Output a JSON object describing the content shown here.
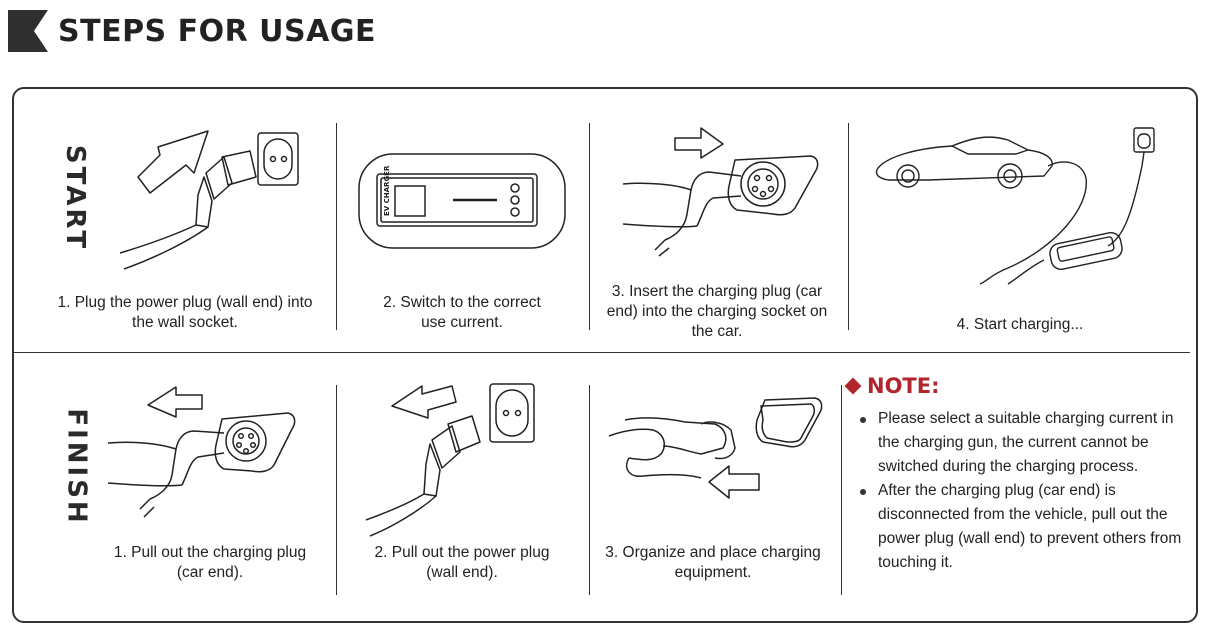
{
  "header": {
    "title": "STEPS FOR  USAGE"
  },
  "start": {
    "label": "START",
    "steps": [
      {
        "caption": "1. Plug the power plug (wall end) into the wall socket."
      },
      {
        "caption": "2. Switch to the correct use current."
      },
      {
        "caption": "3. Insert the charging plug (car end) into the charging socket on the car."
      },
      {
        "caption": "4. Start charging..."
      }
    ],
    "device_label": "EV CHARGER"
  },
  "finish": {
    "label": "FINISH",
    "steps": [
      {
        "caption": "1. Pull out the charging plug (car end)."
      },
      {
        "caption": "2. Pull out the power plug (wall end)."
      },
      {
        "caption": "3. Organize and place charging equipment."
      }
    ]
  },
  "note": {
    "title": "NOTE:",
    "items": [
      "Please select a suitable charging current in the charging gun, the current cannot be switched during the charging process.",
      "After the charging plug (car end) is disconnected from the vehicle, pull out the power plug (wall end) to prevent others from touching it."
    ]
  },
  "colors": {
    "accent": "#b1262b",
    "header_mark": "#2f2f2f",
    "line": "#333333"
  }
}
